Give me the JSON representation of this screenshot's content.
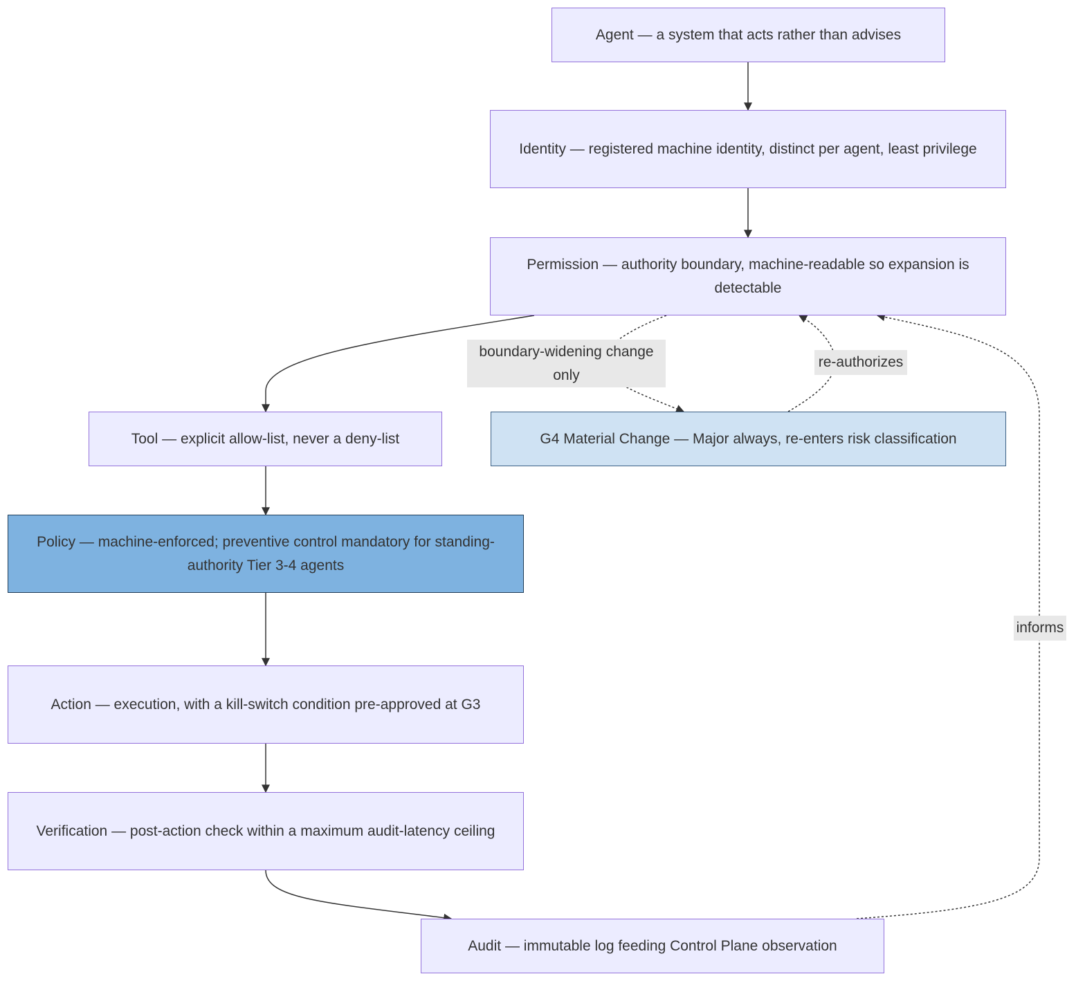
{
  "diagram": {
    "colors": {
      "node_fill": "#ECECFF",
      "node_border": "#9370DB",
      "g4_fill": "#CFE2F3",
      "g4_border": "#3B5F84",
      "policy_fill": "#7EB2E0",
      "policy_border": "#1F3B57",
      "edge": "#333333",
      "edge_label_bg": "#E8E8E8"
    },
    "nodes": {
      "agent": "Agent — a system that acts rather than advises",
      "identity": "Identity — registered machine identity, distinct per agent, least privilege",
      "permission": "Permission — authority boundary, machine-readable so expansion is detectable",
      "tool": "Tool — explicit allow-list, never a deny-list",
      "g4": "G4 Material Change — Major always, re-enters risk classification",
      "policy": "Policy — machine-enforced; preventive control mandatory for standing-authority Tier 3-4 agents",
      "action": "Action — execution, with a kill-switch condition pre-approved at G3",
      "verification": "Verification — post-action check within a maximum audit-latency ceiling",
      "audit": "Audit — immutable log feeding Control Plane observation"
    },
    "edges": [
      {
        "from": "agent",
        "to": "identity",
        "style": "solid",
        "label": ""
      },
      {
        "from": "identity",
        "to": "permission",
        "style": "solid",
        "label": ""
      },
      {
        "from": "permission",
        "to": "tool",
        "style": "solid",
        "label": ""
      },
      {
        "from": "permission",
        "to": "g4",
        "style": "dotted",
        "label": "boundary-widening change only"
      },
      {
        "from": "g4",
        "to": "permission",
        "style": "dotted",
        "label": "re-authorizes"
      },
      {
        "from": "tool",
        "to": "policy",
        "style": "solid",
        "label": ""
      },
      {
        "from": "policy",
        "to": "action",
        "style": "solid",
        "label": ""
      },
      {
        "from": "action",
        "to": "verification",
        "style": "solid",
        "label": ""
      },
      {
        "from": "verification",
        "to": "audit",
        "style": "solid",
        "label": ""
      },
      {
        "from": "audit",
        "to": "permission",
        "style": "dotted",
        "label": "informs"
      }
    ],
    "edge_labels": {
      "boundary": "boundary-widening change only",
      "reauth": "re-authorizes",
      "informs": "informs"
    }
  }
}
